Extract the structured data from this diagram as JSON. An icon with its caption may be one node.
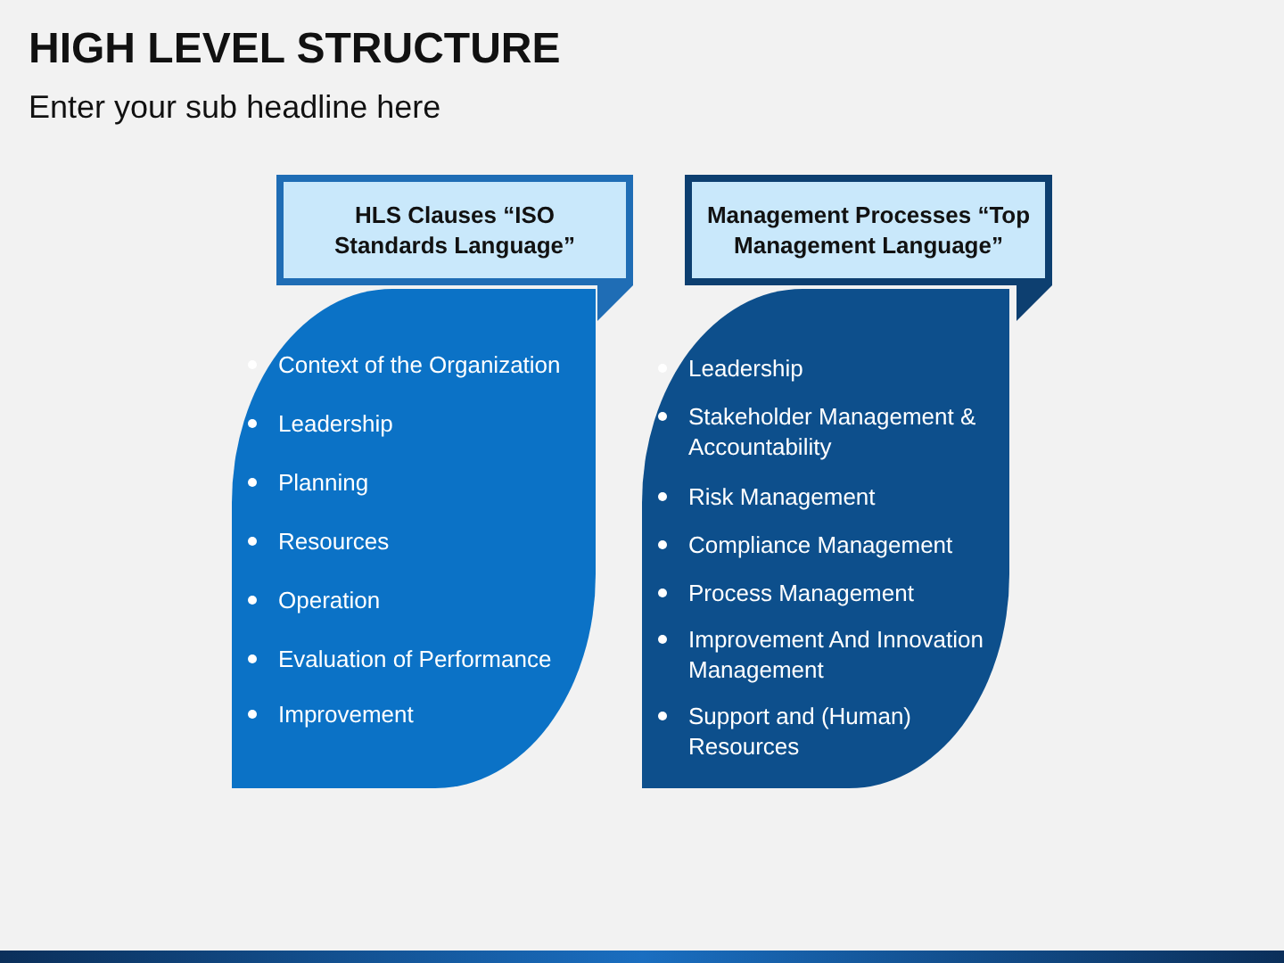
{
  "diagram": {
    "title": "HIGH LEVEL STRUCTURE",
    "nodes": [
      {
        "text": [
          "HLS Clauses “ISO Standards Language”"
        ]
      },
      {
        "text": [
          "Context of the Organization",
          "Leadership",
          "Planning",
          "Resources",
          "Operation",
          "Evaluation of Performance",
          "Improvement"
        ]
      },
      {
        "text": [
          "Management Processes “Top Management Language”"
        ]
      },
      {
        "text": [
          "Leadership",
          "Stakeholder Management & Accountability",
          "Risk Management",
          "Compliance Management",
          "Process Management",
          "Improvement And Innovation Management",
          "Support and (Human) Resources"
        ]
      }
    ],
    "labels": [
      "Enter your sub headline here"
    ]
  }
}
